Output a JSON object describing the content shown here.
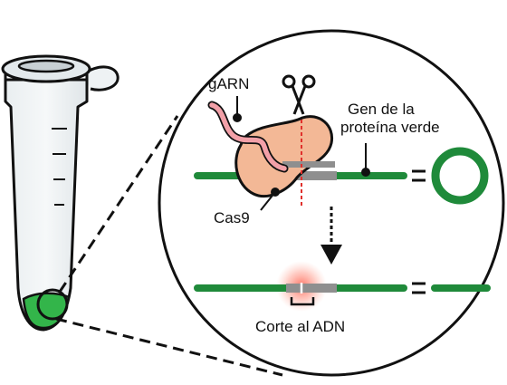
{
  "labels": {
    "grna": "gARN",
    "gene_line1": "Gen de la",
    "gene_line2": "proteína verde",
    "cas9": "Cas9",
    "cut": "Corte al ADN"
  },
  "colors": {
    "dna": "#1f8a3a",
    "target_site": "#8f8f8f",
    "cas9": "#f3b896",
    "grna": "#f2a0a8",
    "cut_line": "#e0302c",
    "glow": "#ff6a5a",
    "tube_liquid": "#33b54a",
    "outline": "#111111"
  },
  "icons": [
    "microcentrifuge-tube",
    "scissors-icon",
    "arrow-down-icon",
    "plasmid-ring",
    "equals-sign"
  ]
}
